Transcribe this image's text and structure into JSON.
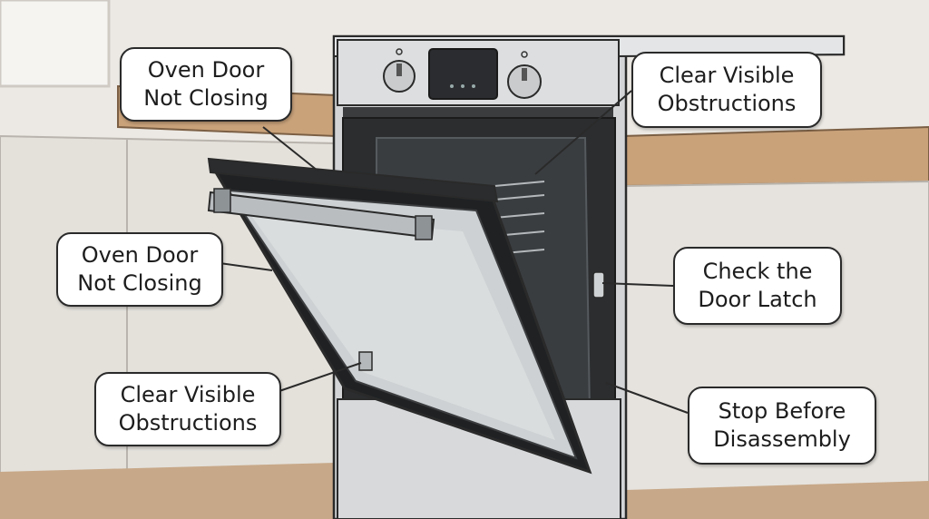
{
  "callouts": {
    "top_left": {
      "line1": "Oven Door",
      "line2": "Not Closing"
    },
    "mid_left": {
      "line1": "Oven Door",
      "line2": "Not Closing"
    },
    "low_left": {
      "line1": "Clear Visible",
      "line2": "Obstructions"
    },
    "top_right": {
      "line1": "Clear Visible",
      "line2": "Obstructions"
    },
    "mid_right": {
      "line1": "Check the",
      "line2": "Door Latch"
    },
    "low_right": {
      "line1": "Stop Before",
      "line2": "Disassembly"
    }
  },
  "colors": {
    "wall": "#ece9e4",
    "countertop": "#c9a27a",
    "cabinet": "#e8e5e0",
    "oven_steel": "#d5d7d8",
    "oven_cavity": "#2b2d2f",
    "door_glass": "#d9dcdd",
    "outline": "#2a2a2a"
  }
}
